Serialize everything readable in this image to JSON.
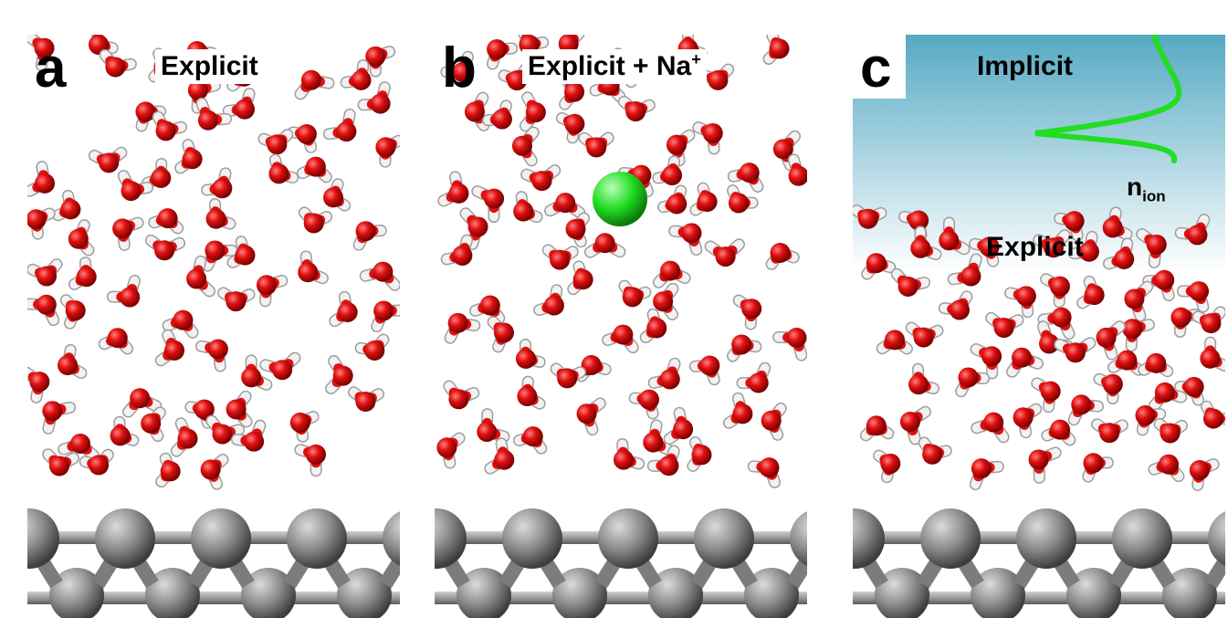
{
  "panels": {
    "a": {
      "letter": "a",
      "label": "Explicit"
    },
    "b": {
      "letter": "b",
      "label": "Explicit + Na",
      "label_sup": "+"
    },
    "c": {
      "letter": "c",
      "label_implicit": "Implicit",
      "label_explicit": "Explicit",
      "nion_base": "n",
      "nion_sub": "ion"
    }
  },
  "colors": {
    "oxygen": "#e01010",
    "hydrogen": "#f2f2f2",
    "sodium": "#22dd22",
    "metal": "#8a8a8a",
    "implicit_top": "#56a9c4",
    "implicit_bottom": "#ffffff",
    "ion_curve": "#22dd22"
  }
}
